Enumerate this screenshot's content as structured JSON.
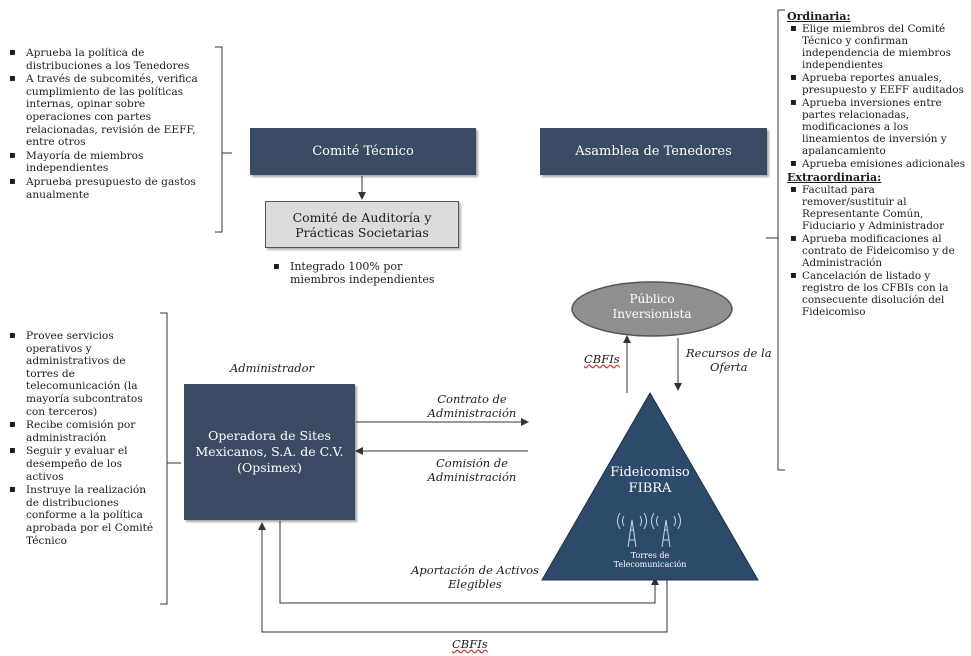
{
  "left_top_bullets": [
    "Aprueba la política de distribuciones a los Tenedores",
    "A través de subcomités, verifica cumplimiento de las políticas internas, opinar sobre operaciones con partes relacionadas, revisión de EEFF, entre otros",
    "Mayoría de miembros independientes",
    "Aprueba presupuesto de gastos anualmente"
  ],
  "left_bottom_bullets": [
    "Provee servicios operativos y administrativos de torres de telecomunicación (la mayoría subcontratos con terceros)",
    "Recibe comisión por administración",
    "Seguir y evaluar el desempeño de los activos",
    "Instruye la realización de distribuciones conforme a la política aprobada por el Comité Técnico"
  ],
  "comite_tecnico": "Comité Técnico",
  "asamblea": "Asamblea de Tenedores",
  "comite_auditoria": [
    "Comité de Auditoría y",
    "Prácticas Societarias"
  ],
  "auditoria_note": [
    "Integrado 100% por",
    "miembros independientes"
  ],
  "publico": [
    "Público",
    "Inversionista"
  ],
  "cbfis_up": "CBFIs",
  "recursos": [
    "Recursos de la",
    "Oferta"
  ],
  "administrador_label": "Administrador",
  "operadora": [
    "Operadora de Sites",
    "Mexicanos, S.A. de C.V.",
    "(Opsimex)"
  ],
  "contrato": [
    "Contrato de",
    "Administración"
  ],
  "comision": [
    "Comisión de",
    "Administración"
  ],
  "fideicomiso": [
    "Fideicomiso",
    "FIBRA"
  ],
  "torres": [
    "Torres de",
    "Telecomunicación"
  ],
  "aportacion": [
    "Aportación de Activos",
    "Elegibles"
  ],
  "cbfis_bottom": "CBFIs",
  "ordinaria_header": "Ordinaria:",
  "ordinaria_bullets": [
    "Elige miembros del Comité Técnico y confirman independencia de miembros independientes",
    "Aprueba reportes anuales, presupuesto y EEFF auditados",
    "Aprueba inversiones entre partes relacionadas, modificaciones a los lineamientos de inversión y apalancamiento",
    "Aprueba emisiones adicionales"
  ],
  "extraordinaria_header": "Extraordinaria:",
  "extraordinaria_bullets": [
    "Facultad para remover/sustituir al Representante Común, Fiduciario y Administrador",
    "Aprueba modificaciones al contrato de Fideicomiso y de Administración",
    "Cancelación de listado y registro de los CFBIs con la consecuente disolución del Fideicomiso"
  ],
  "colors": {
    "navy": "#3a4b63",
    "triangle": "#2e4a6b",
    "grey_box": "#dcdcdc",
    "oval": "#8f8f8f"
  },
  "icons": [
    "tower-icon",
    "tower-icon"
  ]
}
